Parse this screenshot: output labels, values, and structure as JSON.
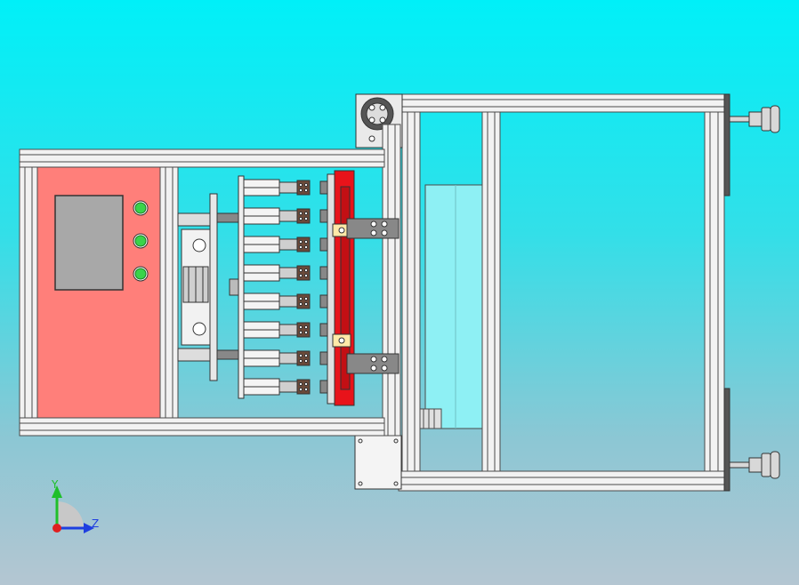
{
  "colors": {
    "frame_fill": "#f2f2f2",
    "frame_stroke": "#4a4a4a",
    "control_panel": "#ff7f7a",
    "screen": "#a8a8a8",
    "button_green": "#3ad44a",
    "fixture_red": "#e8131a",
    "glass": "#8ef0f4",
    "axis_y": "#1fbf2a",
    "axis_z": "#1f3fe0",
    "axis_origin": "#e01f1f"
  },
  "icons": {
    "panel_buttons": "green-indicator-icon",
    "leveling_feet": "leveling-foot-icon",
    "axis_triad": "coordinate-triad-icon"
  },
  "axis": {
    "y_label": "Y",
    "z_label": "Z"
  },
  "clamp_count": 8,
  "panel_button_count": 3
}
